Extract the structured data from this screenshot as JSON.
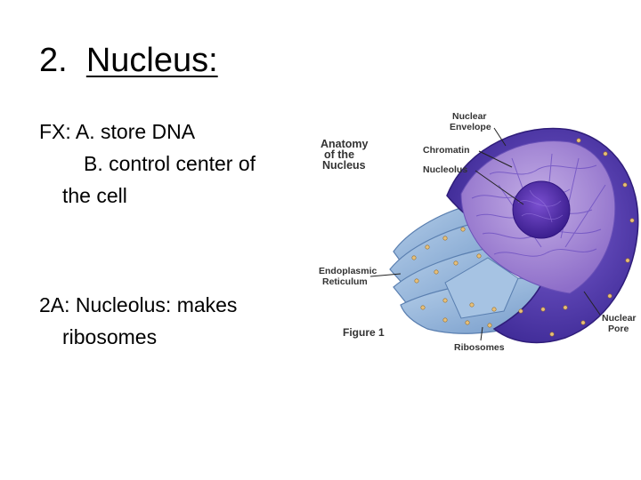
{
  "slide": {
    "number": "2.",
    "title": "Nucleus:",
    "lines": [
      "FX:  A.  store DNA",
      "B.  control center of",
      "the cell",
      "2A:  Nucleolus:  makes",
      "ribosomes"
    ]
  },
  "figure": {
    "heading": [
      "Anatomy",
      "of the",
      "Nucleus"
    ],
    "caption": "Figure 1",
    "labels": {
      "nuclear_envelope": [
        "Nuclear",
        "Envelope"
      ],
      "chromatin": "Chromatin",
      "nucleolus": "Nucleolus",
      "er": [
        "Endoplasmic",
        "Reticulum"
      ],
      "nuclear_pore": [
        "Nuclear",
        "Pore"
      ],
      "ribosomes": "Ribosomes"
    },
    "colors": {
      "nucleus": "#5a3fb8",
      "interior": "#a98bd6",
      "er": "#8fb3d9"
    }
  }
}
